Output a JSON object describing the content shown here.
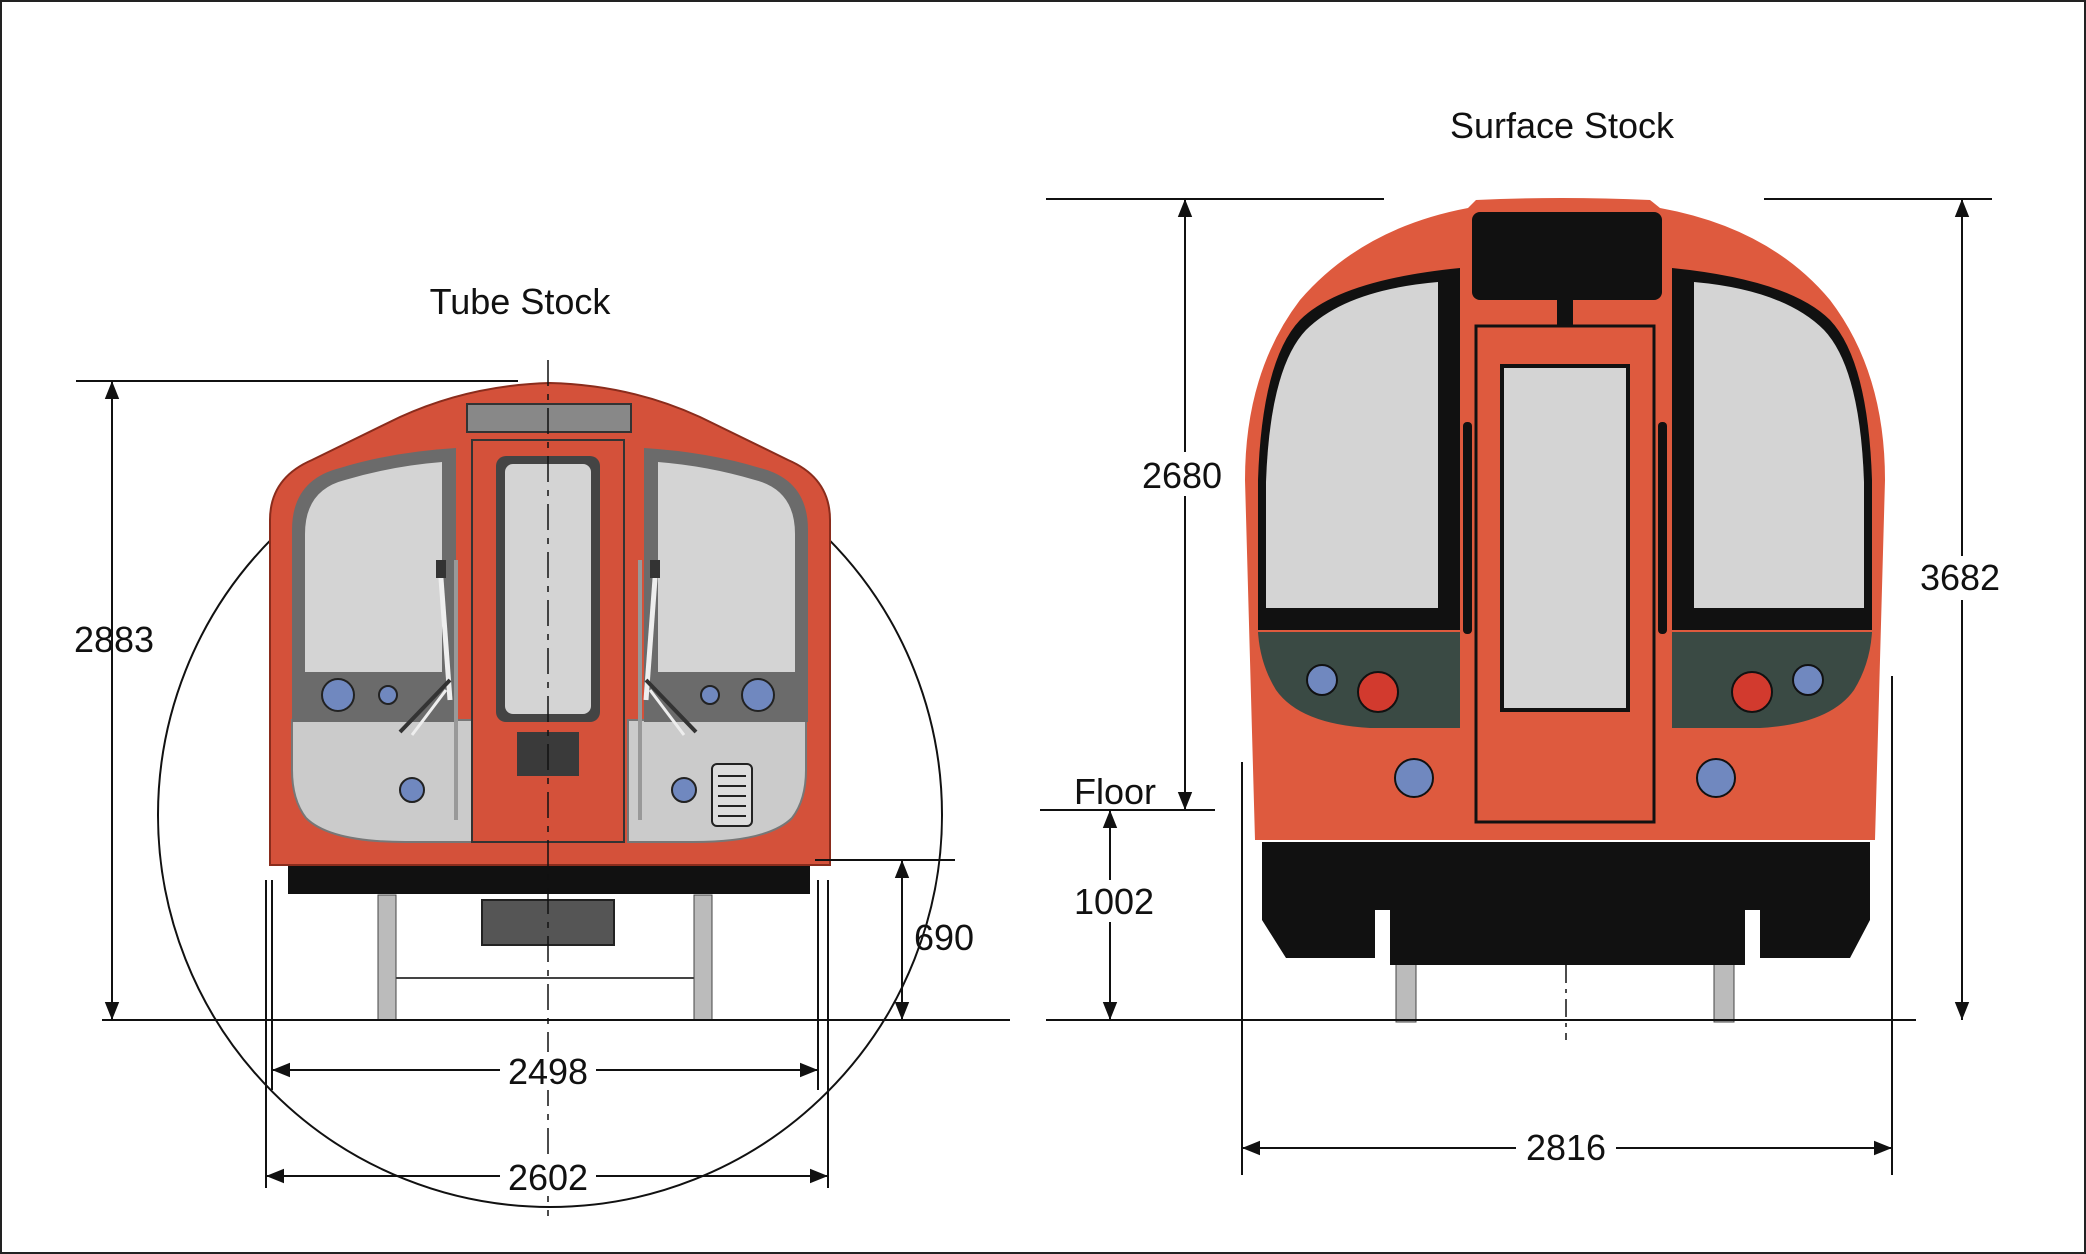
{
  "tube": {
    "title": "Tube Stock",
    "dims": {
      "height": "2883",
      "floor": "690",
      "inner_width": "2498",
      "outer_width": "2602"
    }
  },
  "surface": {
    "title": "Surface Stock",
    "dims": {
      "floor_to_roof": "2680",
      "floor_label": "Floor",
      "floor_height": "1002",
      "height": "3682",
      "width": "2816"
    }
  },
  "colors": {
    "body_red": "#D4513A",
    "surface_red": "#DE5A3E",
    "window_glass": "#D4D4D4",
    "apron_grey": "#CBCBCB",
    "dark_panel": "#3A4A44",
    "headlight_blue": "#7088BF",
    "taillight_red": "#D23A2E"
  }
}
